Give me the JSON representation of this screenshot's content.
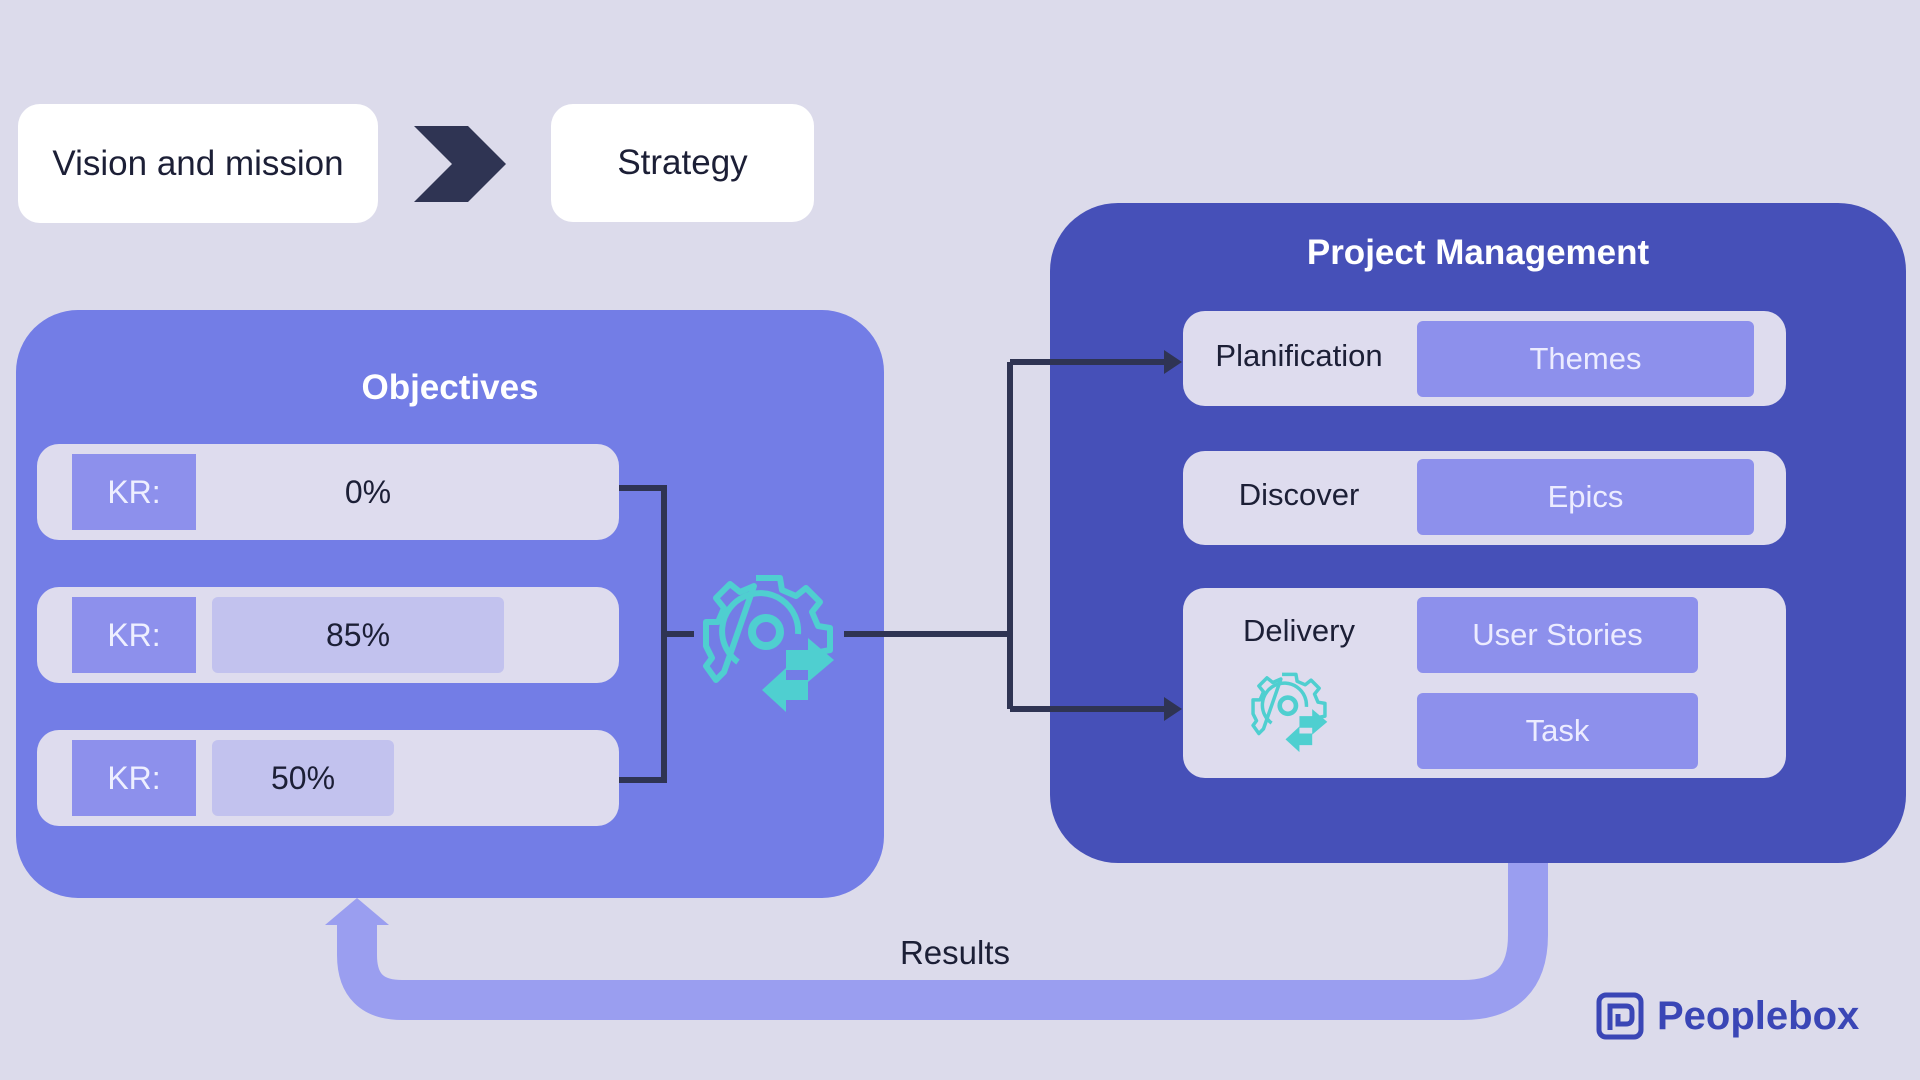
{
  "top_flow": {
    "vision_label": "Vision and mission",
    "strategy_label": "Strategy"
  },
  "objectives": {
    "title": "Objectives",
    "key_results": [
      {
        "label": "KR:",
        "value": "0%",
        "progress": 0
      },
      {
        "label": "KR:",
        "value": "85%",
        "progress": 0.85
      },
      {
        "label": "KR:",
        "value": "50%",
        "progress": 0.5
      }
    ]
  },
  "project_management": {
    "title": "Project Management",
    "rows": [
      {
        "label": "Planification",
        "items": [
          "Themes"
        ]
      },
      {
        "label": "Discover",
        "items": [
          "Epics"
        ]
      },
      {
        "label": "Delivery",
        "items": [
          "User Stories",
          "Task"
        ]
      }
    ]
  },
  "feedback": {
    "label": "Results"
  },
  "brand": {
    "name": "Peoplebox"
  },
  "icons": [
    "right-arrow-icon",
    "gear-sync-icon",
    "gear-sync-small-icon",
    "peoplebox-logo-icon"
  ],
  "colors": {
    "background": "#dcdbeb",
    "objectives_panel": "#737de6",
    "project_panel": "#4650b8",
    "pill": "#8d90ec",
    "connector": "#2f3250",
    "gear": "#4fcfd0",
    "results_arrow": "#9a9ef0",
    "brand": "#3a46b6"
  }
}
